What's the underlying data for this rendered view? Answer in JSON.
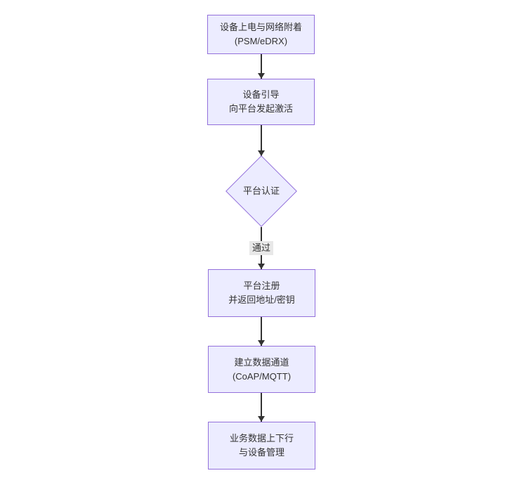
{
  "diagram": {
    "type": "flowchart",
    "direction": "top-down",
    "colors": {
      "node_fill": "#ECECFF",
      "node_border": "#9370DB",
      "edge_color": "#333333",
      "edge_label_bg": "#e8e8e8",
      "text_color": "#333333",
      "background": "#ffffff"
    },
    "nodes": [
      {
        "id": "power-attach",
        "shape": "rect",
        "line1": "设备上电与网络附着",
        "line2": "(PSM/eDRX)"
      },
      {
        "id": "bootstrap",
        "shape": "rect",
        "line1": "设备引导",
        "line2": "向平台发起激活"
      },
      {
        "id": "platform-auth",
        "shape": "diamond",
        "line1": "平台认证"
      },
      {
        "id": "platform-register",
        "shape": "rect",
        "line1": "平台注册",
        "line2": "并返回地址/密钥"
      },
      {
        "id": "data-channel",
        "shape": "rect",
        "line1": "建立数据通道",
        "line2": "(CoAP/MQTT)"
      },
      {
        "id": "business-data",
        "shape": "rect",
        "line1": "业务数据上下行",
        "line2": "与设备管理"
      }
    ],
    "edges": [
      {
        "from": "power-attach",
        "to": "bootstrap",
        "label": ""
      },
      {
        "from": "bootstrap",
        "to": "platform-auth",
        "label": ""
      },
      {
        "from": "platform-auth",
        "to": "platform-register",
        "label": "通过"
      },
      {
        "from": "platform-register",
        "to": "data-channel",
        "label": ""
      },
      {
        "from": "data-channel",
        "to": "business-data",
        "label": ""
      }
    ]
  }
}
